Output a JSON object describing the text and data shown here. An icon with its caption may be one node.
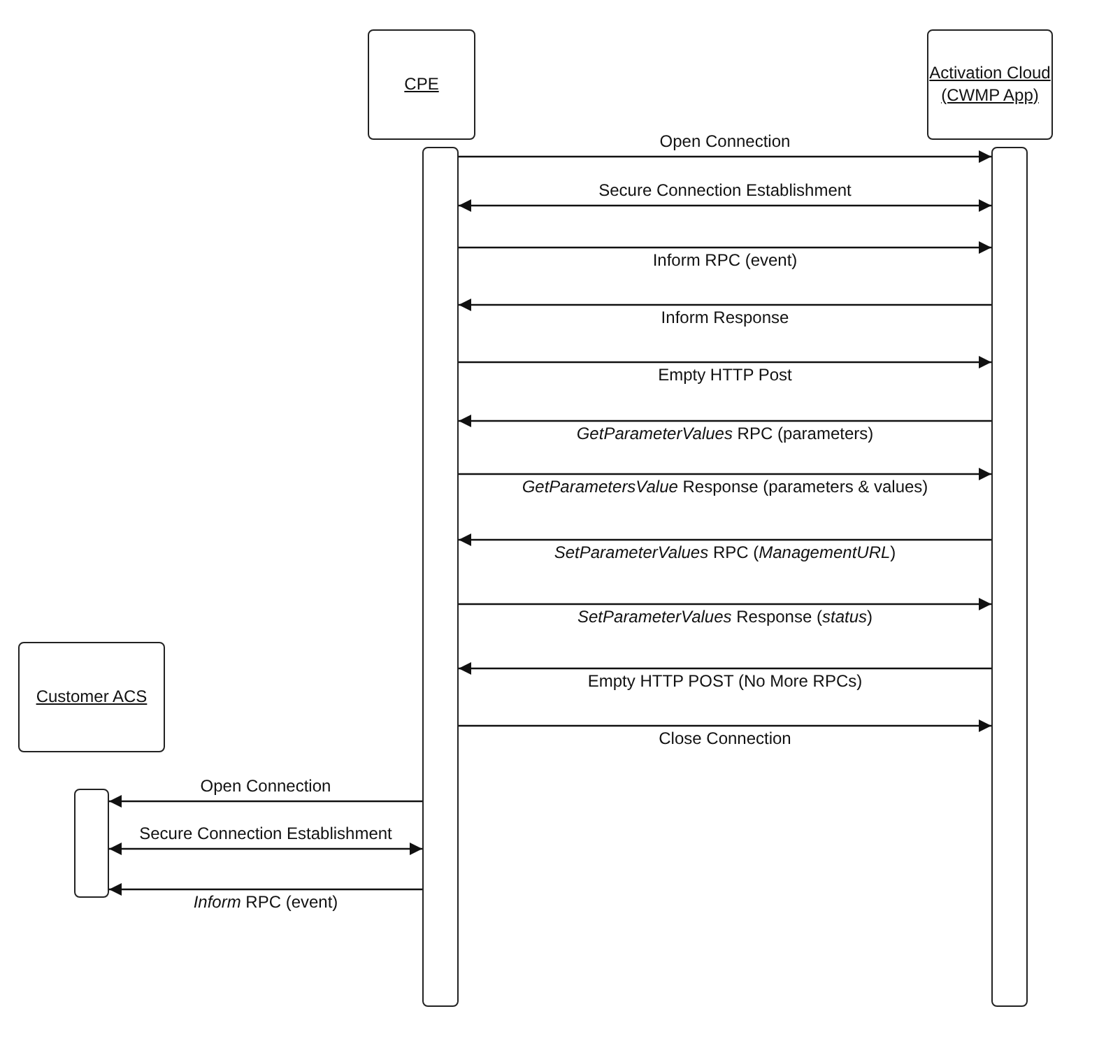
{
  "diagram": {
    "nodes": [
      {
        "text": [
          "CPE"
        ]
      },
      {
        "text": [
          "Activation Cloud (CWMP App)"
        ]
      },
      {
        "text": [
          "Customer ACS"
        ]
      },
      {
        "text": [],
        "shape": "bar"
      },
      {
        "text": [],
        "shape": "bar"
      },
      {
        "text": [],
        "shape": "bar"
      }
    ],
    "edges": [
      {
        "from": 3,
        "to": 4,
        "arrow": "to",
        "label": "Open Connection"
      },
      {
        "from": 3,
        "to": 4,
        "arrow": "both",
        "label": "Secure Connection Establishment"
      },
      {
        "from": 3,
        "to": 4,
        "arrow": "to",
        "label": "Inform RPC (event)"
      },
      {
        "from": 4,
        "to": 3,
        "arrow": "to",
        "label": "Inform Response"
      },
      {
        "from": 3,
        "to": 4,
        "arrow": "to",
        "label": "Empty HTTP Post"
      },
      {
        "from": 4,
        "to": 3,
        "arrow": "to",
        "label": "*GetParameterValues* RPC (parameters)"
      },
      {
        "from": 3,
        "to": 4,
        "arrow": "to",
        "label": "*GetParametersValue* Response (parameters & values)"
      },
      {
        "from": 4,
        "to": 3,
        "arrow": "to",
        "label": "*SetParameterValues* RPC (*ManagementURL*)"
      },
      {
        "from": 3,
        "to": 4,
        "arrow": "to",
        "label": "*SetParameterValues* Response (*status*)"
      },
      {
        "from": 4,
        "to": 3,
        "arrow": "to",
        "label": "Empty HTTP POST (No More RPCs)"
      },
      {
        "from": 3,
        "to": 4,
        "arrow": "to",
        "label": "Close Connection"
      },
      {
        "from": 3,
        "to": 5,
        "arrow": "to",
        "label": "Open Connection"
      },
      {
        "from": 5,
        "to": 3,
        "arrow": "both",
        "label": "Secure Connection Establishment"
      },
      {
        "from": 3,
        "to": 5,
        "arrow": "to",
        "label": "*Inform* RPC (event)"
      }
    ]
  }
}
